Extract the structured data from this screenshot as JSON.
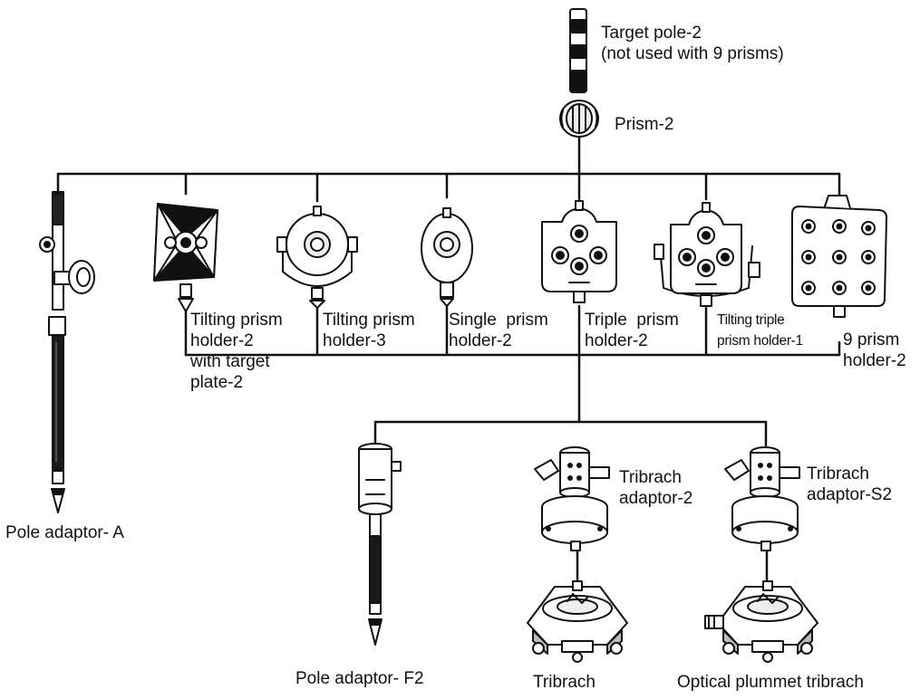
{
  "diagram": {
    "labels": {
      "target_pole_2": "Target pole-2\n(not used with 9 prisms)",
      "prism_2": "Prism-2",
      "tilting_prism_holder_2": "Tilting prism\nholder-2\nwith target\nplate-2",
      "tilting_prism_holder_3": "Tilting prism\nholder-3",
      "single_prism_holder_2": "Single  prism\nholder-2",
      "triple_prism_holder_2": "Triple  prism\nholder-2",
      "tilting_triple_prism_holder_1": "Tilting triple\nprism holder-1",
      "nine_prism_holder_2": "9 prism\nholder-2",
      "pole_adaptor_a": "Pole adaptor- A",
      "pole_adaptor_f2": "Pole adaptor- F2",
      "tribrach_adaptor_2": "Tribrach\nadaptor-2",
      "tribrach_adaptor_s2": "Tribrach\nadaptor-S2",
      "tribrach": "Tribrach",
      "optical_plummet_tribrach": "Optical plummet tribrach"
    },
    "colors": {
      "line": "#111111",
      "metal": "#ffffff",
      "shade": "#cfcfcf"
    }
  }
}
